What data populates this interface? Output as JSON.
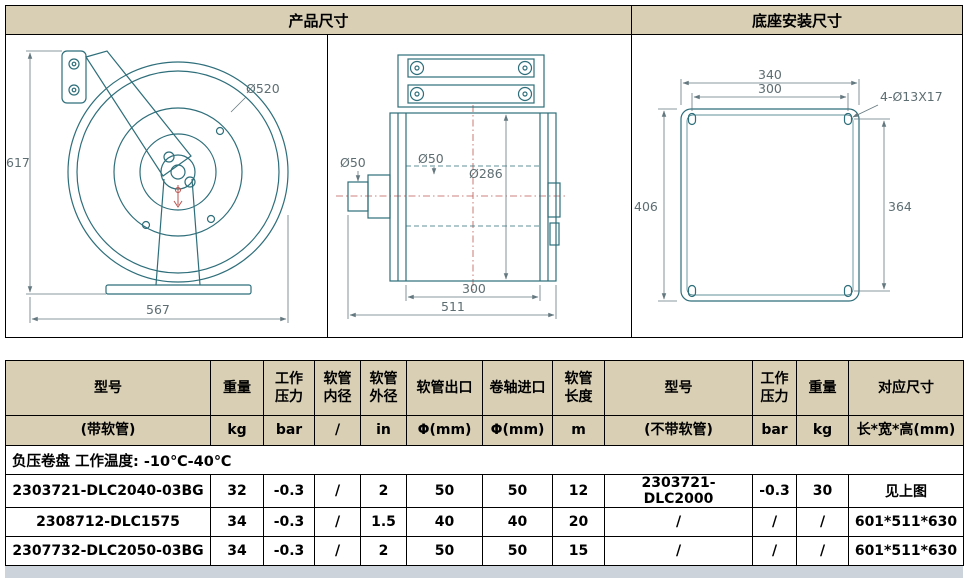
{
  "panels": {
    "product_dimensions_title": "产品尺寸",
    "base_mount_title": "底座安装尺寸"
  },
  "front_view": {
    "diameter": "Ø520",
    "height": "617",
    "width": "567"
  },
  "side_view": {
    "shaft_dia_1": "Ø50",
    "shaft_dia_2": "Ø50",
    "drum_dia": "Ø286",
    "inner_width": "300",
    "overall_width": "511"
  },
  "base_view": {
    "overall_width": "340",
    "hole_span_x": "300",
    "holes_label": "4-Ø13X17",
    "overall_height": "406",
    "hole_span_y": "364"
  },
  "spec_table": {
    "header_row1": [
      "型号",
      "重量",
      "工作\n压力",
      "软管\n内径",
      "软管\n外径",
      "软管出口",
      "卷轴进口",
      "软管\n长度",
      "型号",
      "工作\n压力",
      "重量",
      "对应尺寸"
    ],
    "header_row2": [
      "(带软管)",
      "kg",
      "bar",
      "/",
      "in",
      "Φ(mm)",
      "Φ(mm)",
      "m",
      "(不带软管)",
      "bar",
      "kg",
      "长*宽*高(mm)"
    ],
    "note_row": "负压卷盘 工作温度: -10℃-40℃",
    "rows": [
      [
        "2303721-DLC2040-03BG",
        "32",
        "-0.3",
        "/",
        "2",
        "50",
        "50",
        "12",
        "2303721-DLC2000",
        "-0.3",
        "30",
        "见上图"
      ],
      [
        "2308712-DLC1575",
        "34",
        "-0.3",
        "/",
        "1.5",
        "40",
        "40",
        "20",
        "/",
        "/",
        "/",
        "601*511*630"
      ],
      [
        "2307732-DLC2050-03BG",
        "34",
        "-0.3",
        "/",
        "2",
        "50",
        "50",
        "15",
        "/",
        "/",
        "/",
        "601*511*630"
      ]
    ]
  }
}
